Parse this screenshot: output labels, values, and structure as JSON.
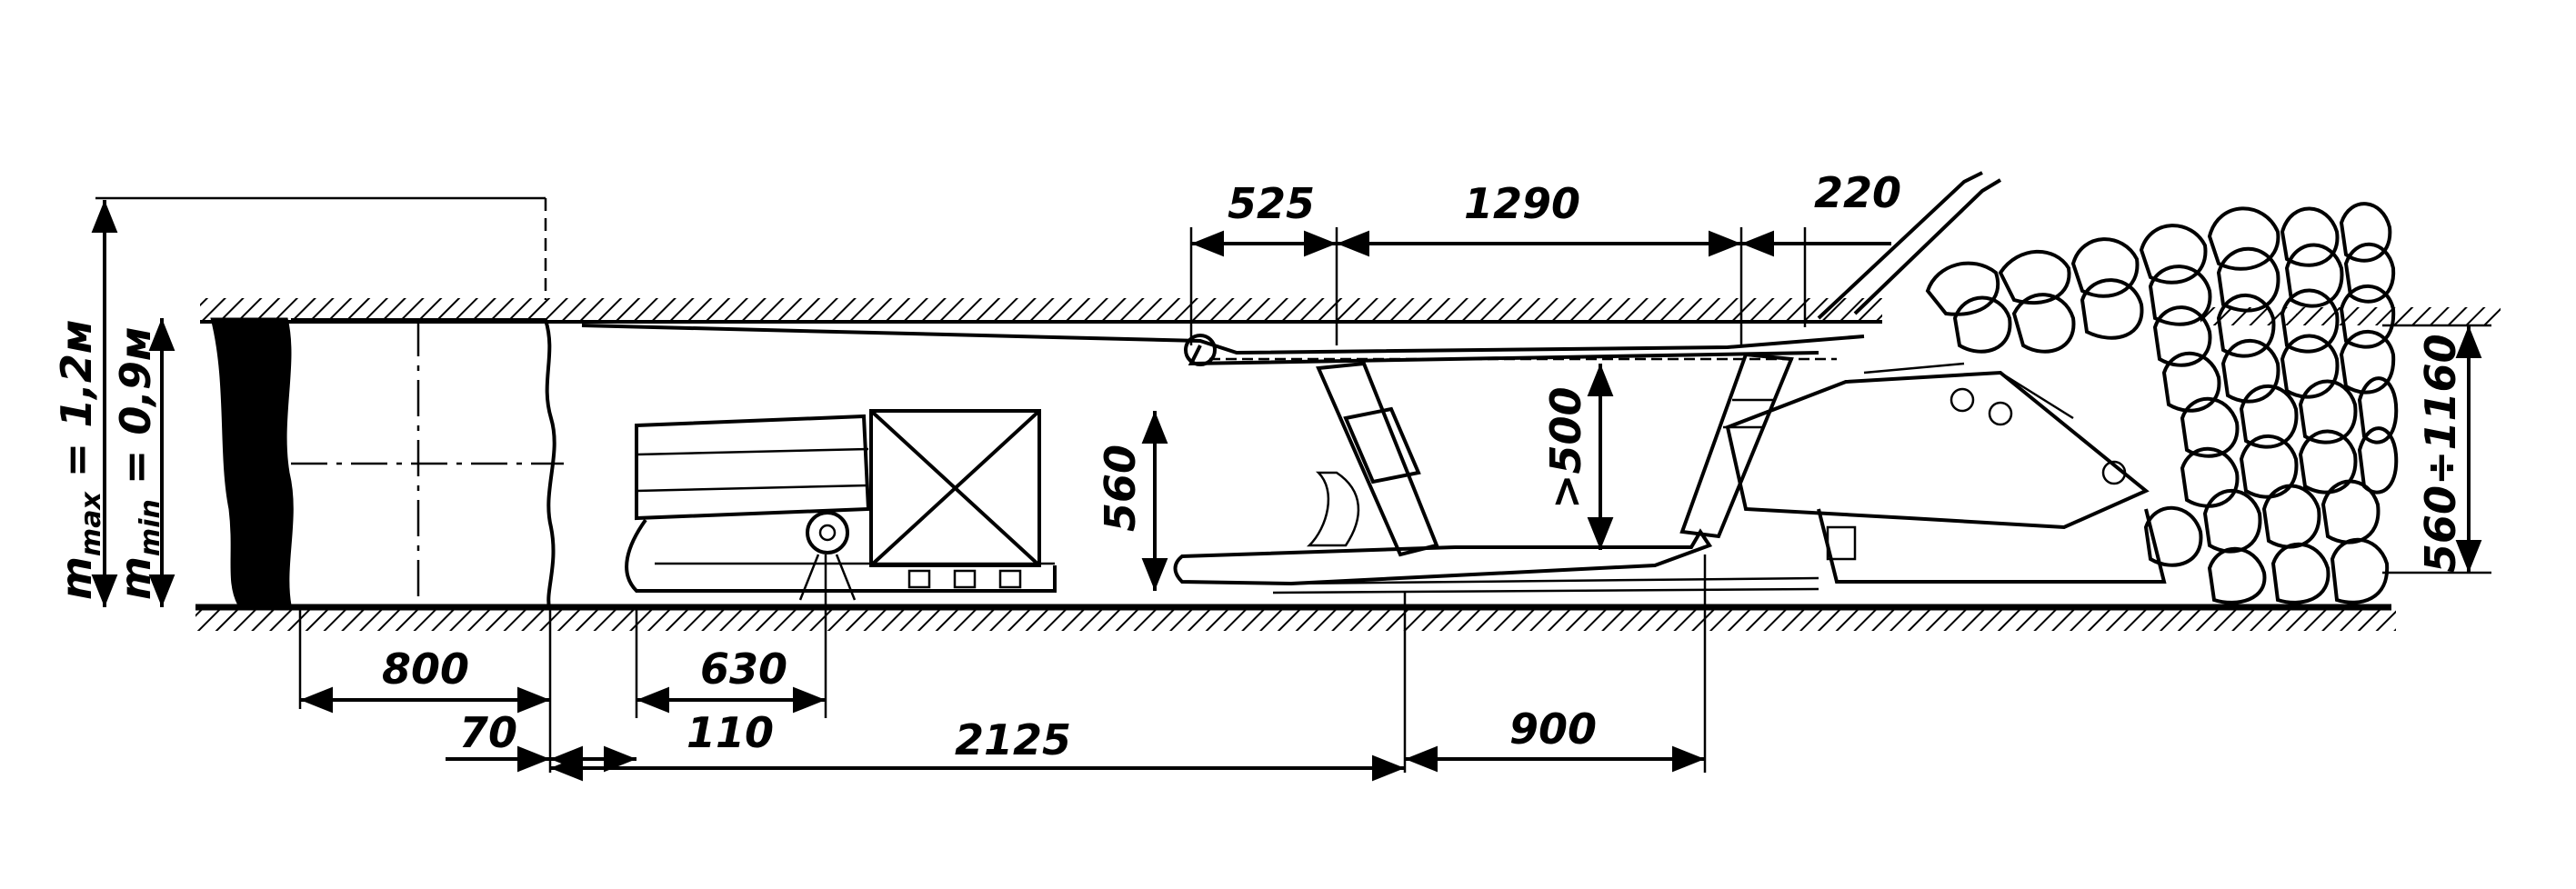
{
  "dimensions": {
    "d525": "525",
    "d1290": "1290",
    "d220": "220",
    "d800": "800",
    "d70": "70",
    "d630": "630",
    "d110": "110",
    "d2125": "2125",
    "d900": "900",
    "d560": "560",
    "d500": ">500",
    "d560_1160": "560÷1160"
  },
  "seam_labels": {
    "m_max": "m",
    "m_max_sub": "max",
    "m_max_value": " = 1,2м",
    "m_min": "m",
    "m_min_sub": "min",
    "m_min_value": " = 0,9м"
  }
}
